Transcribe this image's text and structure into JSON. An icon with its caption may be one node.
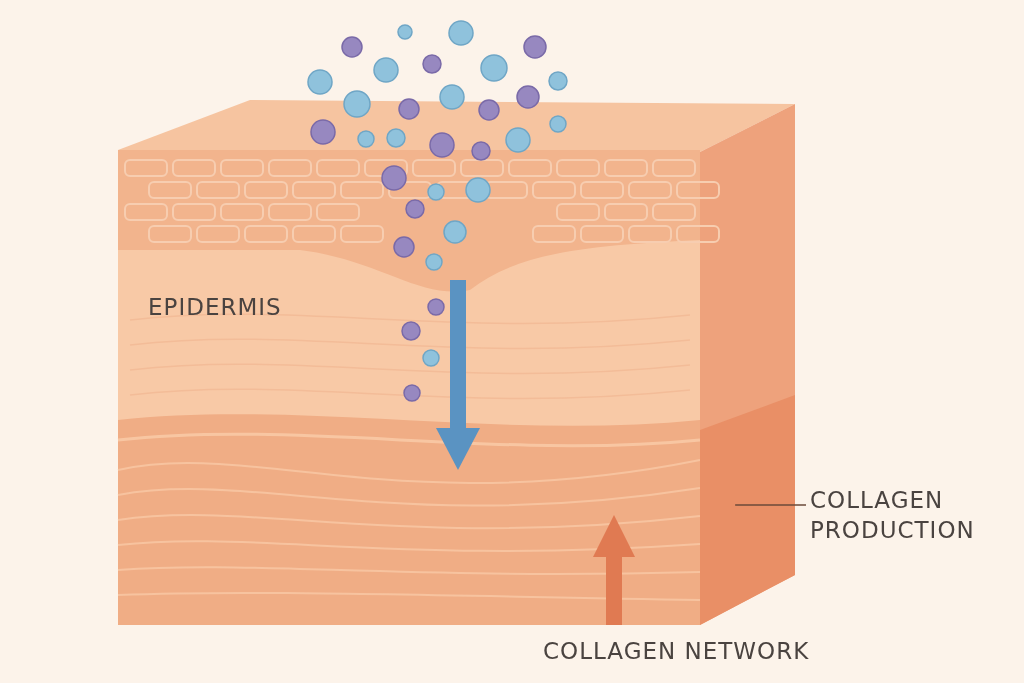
{
  "diagram": {
    "nodes": [
      {
        "text": [
          "COLLAGEN PRODUCTION"
        ]
      },
      {
        "text": [],
        "shape": "picture"
      }
    ],
    "edges": [
      {
        "from": 0,
        "to": 1,
        "arrow": "none"
      }
    ],
    "labels": [
      "EPIDERMIS",
      "COLLAGEN NETWORK"
    ]
  }
}
